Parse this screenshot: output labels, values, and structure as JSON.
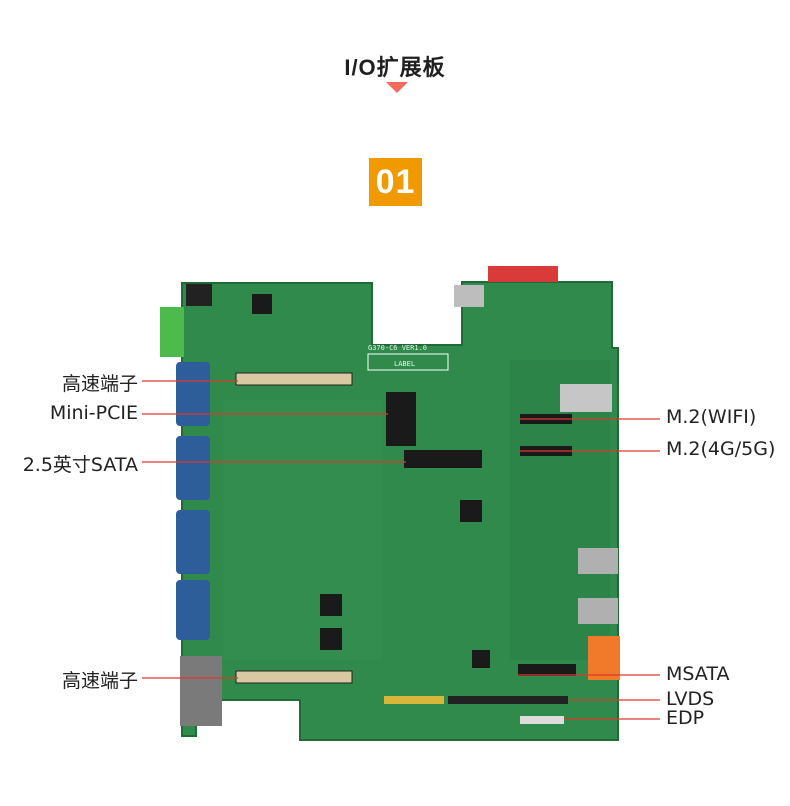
{
  "header": {
    "title": "I/O扩展板",
    "index": "01"
  },
  "colors": {
    "accent": "#f19a00",
    "caret": "#f26a5b",
    "board": "#2e8b4a",
    "callout_line": "#d93a2a"
  },
  "callouts_left": [
    {
      "label": "高速端子"
    },
    {
      "label": "Mini-PCIE"
    },
    {
      "label": "2.5英寸SATA"
    },
    {
      "label": "高速端子"
    }
  ],
  "callouts_right": [
    {
      "label": "M.2(WIFI)"
    },
    {
      "label": "M.2(4G/5G)"
    },
    {
      "label": "MSATA"
    },
    {
      "label": "LVDS"
    },
    {
      "label": "EDP"
    }
  ],
  "board_silkscreen": {
    "model": "G370-C6 VER1.0",
    "label_box": "LABEL"
  }
}
